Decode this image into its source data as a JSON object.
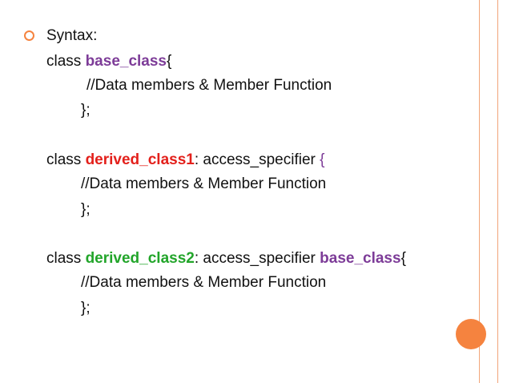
{
  "colors": {
    "accent": "#f5833f",
    "border": "#f2a57a",
    "purple": "#7d3c98",
    "red": "#e3201b",
    "green": "#22a52a"
  },
  "icons": {
    "bullet": "hollow-circle-bullet-icon",
    "corner": "orange-circle"
  },
  "slide": {
    "title": "Syntax:",
    "base_block": {
      "keyword": "class ",
      "class_name": "base_class",
      "open_brace": "{",
      "comment": "//Data members & Member Function",
      "close": "};"
    },
    "derived1_block": {
      "keyword": "class ",
      "class_name": "derived_class1",
      "colon": ": access_specifier ",
      "open_brace": "{",
      "comment": "//Data members & Member Function",
      "close": "};"
    },
    "derived2_block": {
      "keyword": "class ",
      "class_name": "derived_class2",
      "colon": ": access_specifier ",
      "base_name": "base_class",
      "open_brace": "{",
      "comment": "//Data members & Member Function",
      "close": "};"
    }
  }
}
